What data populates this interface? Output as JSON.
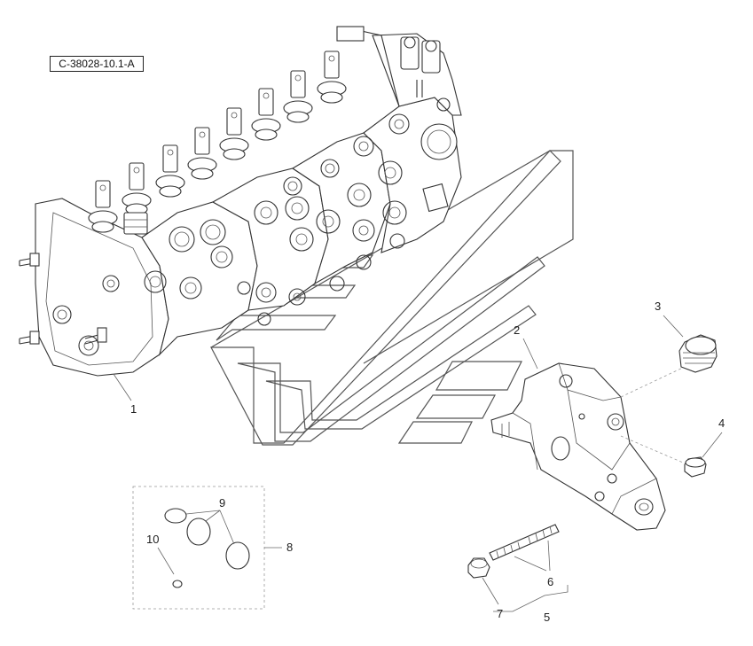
{
  "drawing": {
    "reference_code": "C-38028-10.1-A"
  },
  "callouts": [
    {
      "id": "1",
      "label": "1"
    },
    {
      "id": "2",
      "label": "2"
    },
    {
      "id": "3",
      "label": "3"
    },
    {
      "id": "4",
      "label": "4"
    },
    {
      "id": "5",
      "label": "5"
    },
    {
      "id": "6",
      "label": "6"
    },
    {
      "id": "7",
      "label": "7"
    },
    {
      "id": "8",
      "label": "8"
    },
    {
      "id": "9",
      "label": "9"
    },
    {
      "id": "10",
      "label": "10"
    }
  ],
  "colors": {
    "line": "#333333",
    "watermark": "#555555",
    "background": "#ffffff"
  }
}
